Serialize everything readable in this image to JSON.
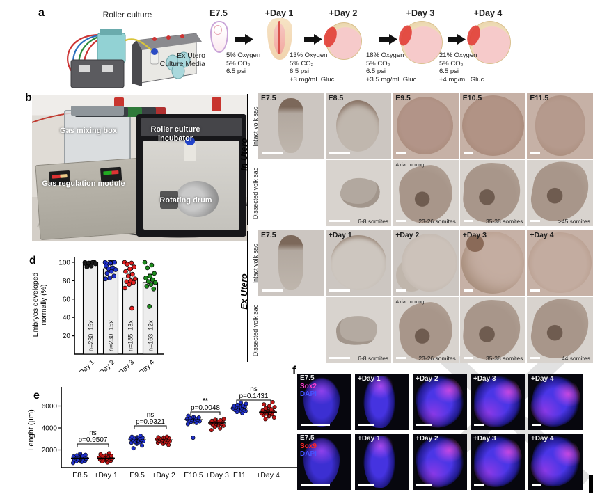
{
  "panel_a": {
    "label": "a",
    "device_title": "Roller culture",
    "media_line1": "Ex Utero",
    "media_line2": "Culture Media",
    "stages": [
      "E7.5",
      "+Day 1",
      "+Day 2",
      "+Day 3",
      "+Day 4"
    ],
    "conditions": [
      [
        "5% Oxygen",
        "5% CO₂",
        "6.5 psi"
      ],
      [
        "13% Oxygen",
        "5% CO₂",
        "6.5 psi",
        "+3 mg/mL Gluc"
      ],
      [
        "18% Oxygen",
        "5% CO₂",
        "6.5 psi",
        "+3.5 mg/mL Gluc"
      ],
      [
        "21% Oxygen",
        "5% CO₂",
        "6.5 psi",
        "+4 mg/mL Gluc"
      ]
    ]
  },
  "panel_b": {
    "label": "b",
    "gas_mixing": "Gas mixing box",
    "roller_incubator": "Roller culture incubator",
    "gas_regulation": "Gas regulation module",
    "rotating_drum": "Rotating drum"
  },
  "micrographs": {
    "sections": [
      {
        "title": "In Utero",
        "row_labels": [
          "Intact yolk sac",
          "Dissected yolk sac"
        ],
        "columns": [
          "E7.5",
          "E8.5",
          "E9.5",
          "E10.5",
          "E11.5"
        ],
        "somites": [
          "",
          "6-8 somites",
          "23-26 somites",
          "35-38 somites",
          ">45 somites"
        ],
        "axial_note": "Axial turning"
      },
      {
        "title": "Ex Utero",
        "row_labels": [
          "Intact yolk sac",
          "Dissected yolk sac"
        ],
        "columns": [
          "E7.5",
          "+Day 1",
          "+Day 2",
          "+Day 3",
          "+Day 4"
        ],
        "somites": [
          "",
          "6-8 somites",
          "23-26 somites",
          "35-38 somites",
          "44 somites"
        ],
        "axial_note": "Axial turning"
      }
    ]
  },
  "panel_d": {
    "label": "d"
  },
  "panel_e": {
    "label": "e"
  },
  "panel_f": {
    "label": "f",
    "rows": [
      {
        "stage": "E7.5",
        "marker": "Sox2",
        "marker_color": "#ff3fd0",
        "counterstain": "DAPI",
        "counterstain_color": "#4653ff",
        "headers": [
          "+Day 1",
          "+Day 2",
          "+Day 3",
          "+Day 4"
        ]
      },
      {
        "stage": "E7.5",
        "marker": "Sox9",
        "marker_color": "#ff2626",
        "counterstain": "DAPI",
        "counterstain_color": "#4653ff",
        "headers": [
          "+Day 1",
          "+Day 2",
          "+Day 3",
          "+Day 4"
        ]
      }
    ]
  },
  "chart_data": [
    {
      "type": "bar",
      "ylabel_line1": "Embryos developed",
      "ylabel_line2": "normally (%)",
      "categories": [
        "+Day 1",
        "+Day 2",
        "+Day 3",
        "+Day 4"
      ],
      "values": [
        100,
        93,
        83,
        78
      ],
      "bar_labels": [
        "n=230, 15x",
        "n=230, 15x",
        "n=185, 13x",
        "n=163, 12x"
      ],
      "dot_colors": [
        "#1a1a1a",
        "#2030c8",
        "#e02020",
        "#1e8a1e"
      ],
      "yticks": [
        20,
        40,
        60,
        80,
        100
      ],
      "ylim": [
        0,
        100
      ],
      "dots": [
        [
          100,
          100,
          100,
          100,
          100,
          100,
          100,
          100,
          100,
          96,
          95
        ],
        [
          100,
          100,
          100,
          100,
          100,
          96,
          94,
          93,
          92,
          90,
          88,
          85,
          83,
          82
        ],
        [
          100,
          100,
          98,
          95,
          93,
          90,
          87,
          85,
          82,
          80,
          79,
          78,
          76,
          72,
          50
        ],
        [
          100,
          97,
          94,
          88,
          85,
          83,
          81,
          79,
          78,
          76,
          74,
          71,
          52
        ]
      ]
    },
    {
      "type": "scatter",
      "ylabel": "Lenght (µm)",
      "categories": [
        "E8.5",
        "+Day 1",
        "E9.5",
        "+Day 2",
        "E10.5",
        "+Day 3",
        "E11",
        "+Day 4"
      ],
      "group_colors": [
        "#2030c8",
        "#c01717",
        "#2030c8",
        "#c01717",
        "#2030c8",
        "#c01717",
        "#2030c8",
        "#c01717"
      ],
      "means": [
        1250,
        1250,
        2900,
        2900,
        4750,
        4450,
        5800,
        5450
      ],
      "yticks": [
        2000,
        4000,
        6000
      ],
      "ylim": [
        0,
        7000
      ],
      "values": [
        [
          800,
          900,
          950,
          1000,
          1050,
          1100,
          1150,
          1150,
          1200,
          1250,
          1250,
          1300,
          1350,
          1400,
          1450,
          1500,
          1550,
          1650
        ],
        [
          850,
          950,
          1000,
          1050,
          1100,
          1100,
          1150,
          1200,
          1200,
          1250,
          1250,
          1300,
          1300,
          1350,
          1400,
          1450,
          1500,
          1600,
          1700
        ],
        [
          2150,
          2400,
          2550,
          2650,
          2700,
          2750,
          2800,
          2850,
          2900,
          2900,
          2950,
          3000,
          3000,
          3050,
          3100,
          3150,
          3200,
          3300
        ],
        [
          2450,
          2550,
          2650,
          2700,
          2750,
          2800,
          2800,
          2850,
          2900,
          2900,
          2950,
          2950,
          3000,
          3050,
          3100,
          3150,
          3200
        ],
        [
          3100,
          4350,
          4450,
          4550,
          4600,
          4650,
          4700,
          4750,
          4750,
          4800,
          4850,
          4900,
          4950,
          5000,
          5100
        ],
        [
          3800,
          3950,
          4100,
          4200,
          4250,
          4300,
          4350,
          4400,
          4450,
          4450,
          4500,
          4550,
          4600,
          4650,
          4700,
          4750,
          4800
        ],
        [
          5350,
          5450,
          5550,
          5600,
          5650,
          5700,
          5750,
          5800,
          5800,
          5850,
          5900,
          5950,
          6000,
          6050,
          6100,
          6200,
          6300
        ],
        [
          4800,
          4950,
          5050,
          5150,
          5250,
          5300,
          5350,
          5400,
          5450,
          5500,
          5550,
          5600,
          5700,
          5800,
          5900,
          6000,
          6150,
          6350
        ]
      ],
      "comparisons": [
        {
          "a": 0,
          "b": 1,
          "sig": "ns",
          "p": "p=0.9507"
        },
        {
          "a": 2,
          "b": 3,
          "sig": "ns",
          "p": "p=0.9321"
        },
        {
          "a": 4,
          "b": 5,
          "sig": "**",
          "p": "p=0.0048"
        },
        {
          "a": 6,
          "b": 7,
          "sig": "ns",
          "p": "p=0.1431"
        }
      ]
    }
  ]
}
